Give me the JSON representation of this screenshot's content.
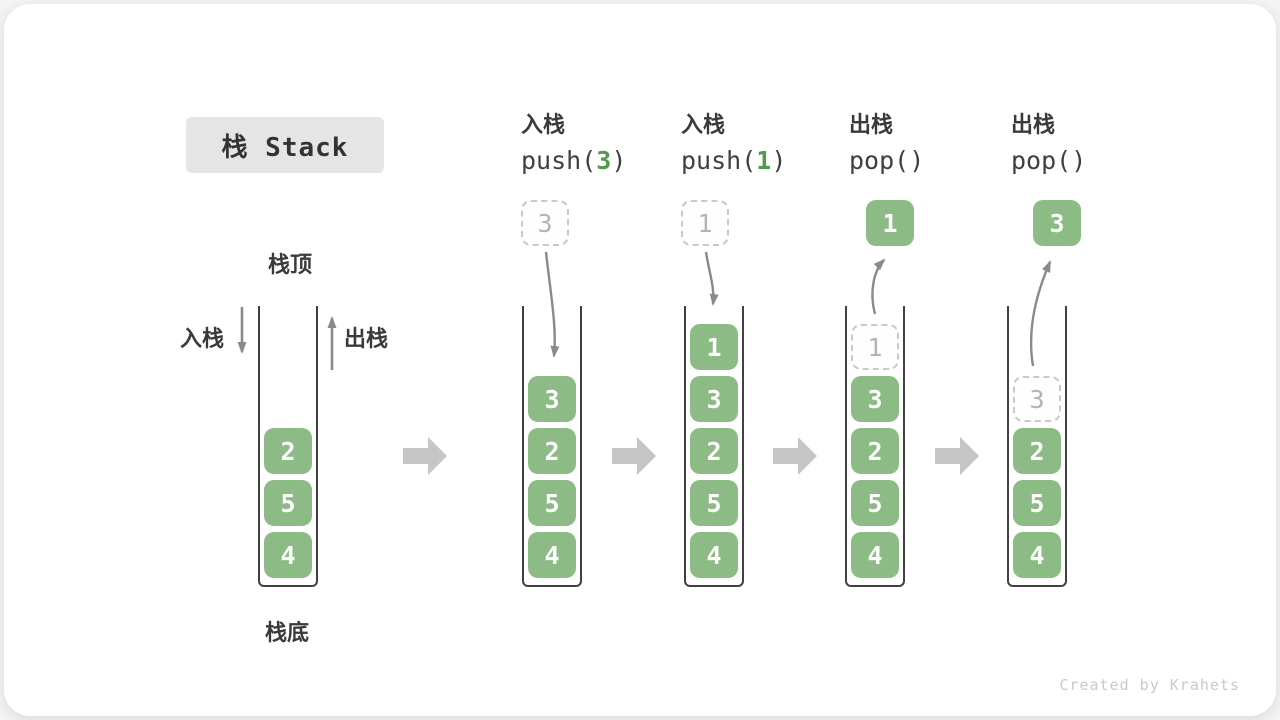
{
  "title": "栈 Stack",
  "watermark": "Created by Krahets",
  "side_labels": {
    "stack_top": "栈顶",
    "stack_bottom": "栈底",
    "push_in": "入栈",
    "pop_out": "出栈"
  },
  "operations": [
    {
      "label": "入栈",
      "code_prefix": "push(",
      "code_value": "3",
      "code_suffix": ")"
    },
    {
      "label": "入栈",
      "code_prefix": "push(",
      "code_value": "1",
      "code_suffix": ")"
    },
    {
      "label": "出栈",
      "code_prefix": "pop(",
      "code_value": "",
      "code_suffix": ")"
    },
    {
      "label": "出栈",
      "code_prefix": "pop(",
      "code_value": "",
      "code_suffix": ")"
    }
  ],
  "floating_cells": [
    {
      "value": "3",
      "style": "ghost-dashed"
    },
    {
      "value": "1",
      "style": "ghost-dashed"
    },
    {
      "value": "1",
      "style": "solid-green"
    },
    {
      "value": "3",
      "style": "solid-green"
    }
  ],
  "stacks": [
    {
      "cells": [
        {
          "value": "2"
        },
        {
          "value": "5"
        },
        {
          "value": "4"
        }
      ]
    },
    {
      "cells": [
        {
          "value": "3"
        },
        {
          "value": "2"
        },
        {
          "value": "5"
        },
        {
          "value": "4"
        }
      ]
    },
    {
      "cells": [
        {
          "value": "1"
        },
        {
          "value": "3"
        },
        {
          "value": "2"
        },
        {
          "value": "5"
        },
        {
          "value": "4"
        }
      ]
    },
    {
      "cells": [
        {
          "value": "1",
          "ghost": true
        },
        {
          "value": "3"
        },
        {
          "value": "2"
        },
        {
          "value": "5"
        },
        {
          "value": "4"
        }
      ]
    },
    {
      "cells": [
        {
          "value": "3",
          "ghost": true
        },
        {
          "value": "2"
        },
        {
          "value": "5"
        },
        {
          "value": "4"
        }
      ]
    }
  ],
  "colors": {
    "cell-green": "#8dbb85",
    "code-green": "#519951",
    "ink": "#3a3a3a",
    "code-ink": "#3f3f3f",
    "ghost-border": "#c9c9c9",
    "ghost-text": "#b3b3b3",
    "frame": "#414141",
    "arrow": "#8a8a8a",
    "block-arrow": "#c6c6c6",
    "title-bg": "#e5e5e5",
    "watermark": "#c9c9c9"
  }
}
